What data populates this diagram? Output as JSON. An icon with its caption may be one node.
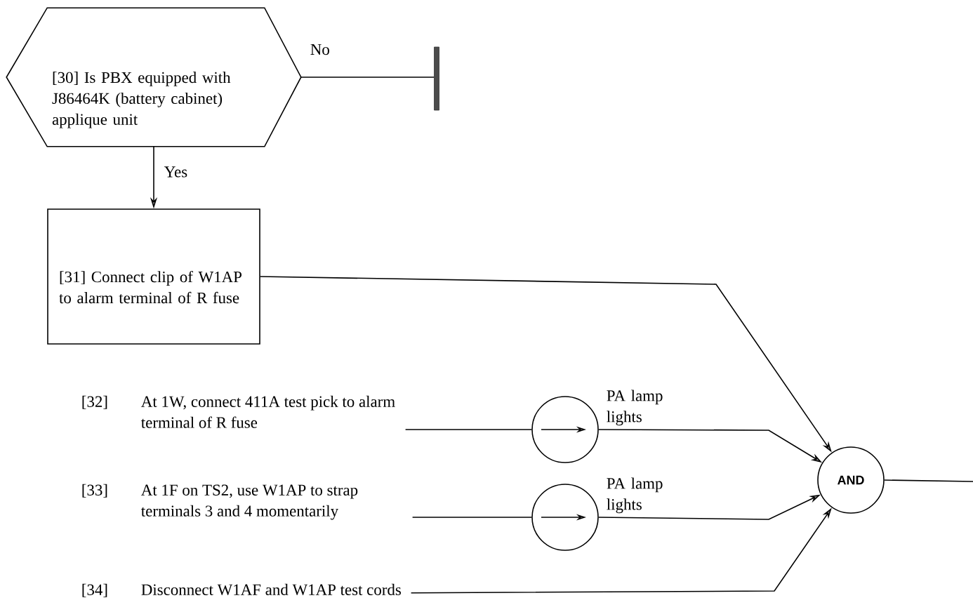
{
  "diagram": {
    "nodes": [
      {
        "text": [
          "[30] Is PBX equipped with J86464K (battery cabinet) applique unit"
        ]
      },
      {
        "text": [],
        "shape": "bar"
      },
      {
        "text": [
          "[31] Connect clip of W1AP to alarm terminal of R fuse"
        ]
      },
      {
        "text": [
          "[32]",
          "At 1W, connect 411A test pick to alarm terminal of R fuse"
        ]
      },
      {
        "text": [],
        "shape": "circle"
      },
      {
        "text": [
          "[33]",
          "At 1F on TS2, use W1AP to strap terminals 3 and 4 momentarily"
        ]
      },
      {
        "text": [],
        "shape": "circle"
      },
      {
        "text": [
          "[34]",
          "Disconnect W1AF and W1AP test cords"
        ]
      },
      {
        "text": [
          "AND"
        ]
      }
    ],
    "edges": [
      {
        "from": 0,
        "to": 1,
        "arrow": "none",
        "label": "No"
      },
      {
        "from": 0,
        "to": 2,
        "arrow": "to",
        "label": "Yes"
      },
      {
        "from": 2,
        "to": 8,
        "arrow": "to"
      },
      {
        "from": 3,
        "to": 4,
        "arrow": "none"
      },
      {
        "from": 4,
        "to": 8,
        "arrow": "to",
        "label": "PA lamp lights"
      },
      {
        "from": 5,
        "to": 6,
        "arrow": "none"
      },
      {
        "from": 6,
        "to": 8,
        "arrow": "to",
        "label": "PA lamp lights"
      },
      {
        "from": 7,
        "to": 8,
        "arrow": "to"
      },
      {
        "from": 8,
        "to": null,
        "arrow": "none"
      }
    ]
  }
}
